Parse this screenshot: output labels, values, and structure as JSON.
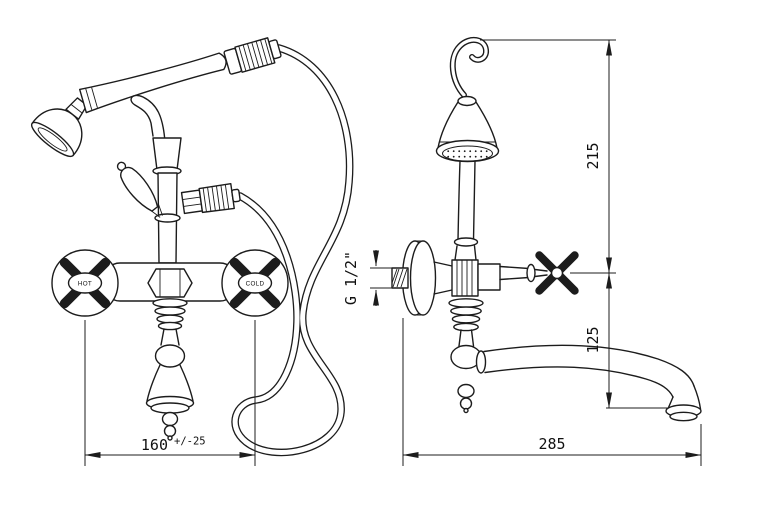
{
  "drawing": {
    "background": "#ffffff",
    "line_color": "#1c1c1c"
  },
  "labels": {
    "hot": "HOT",
    "cold": "COLD",
    "thread_size": "G 1/2\"",
    "dim_front_width_value": "160",
    "dim_front_width_tolerance": "+/-25",
    "dim_side_height_upper": "215",
    "dim_side_height_lower": "125",
    "dim_side_width": "285"
  }
}
